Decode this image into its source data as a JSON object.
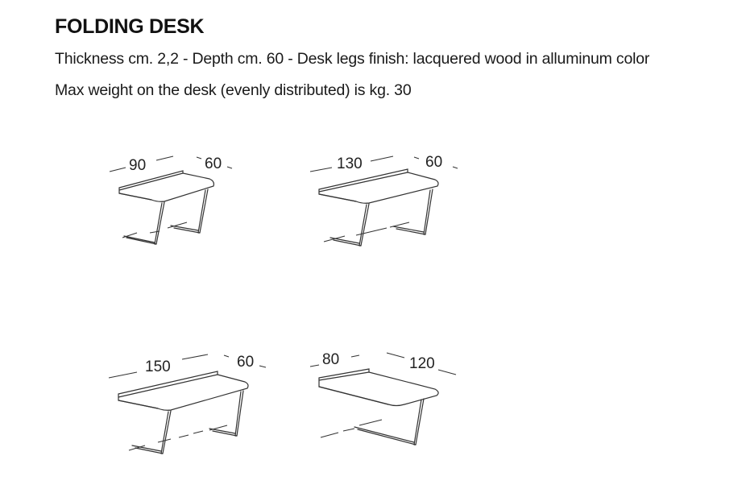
{
  "title": "FOLDING DESK",
  "specs": {
    "line1": "Thickness cm. 2,2 - Depth cm. 60 - Desk legs finish: lacquered wood in alluminum color",
    "line2": "Max weight on the desk (evenly distributed) is kg. 30"
  },
  "desks": [
    {
      "width_label": "90",
      "depth_label": "60",
      "legs": 2
    },
    {
      "width_label": "130",
      "depth_label": "60",
      "legs": 2
    },
    {
      "width_label": "150",
      "depth_label": "60",
      "legs": 2
    },
    {
      "width_label": "80",
      "depth_label": "120",
      "legs": 1
    }
  ]
}
